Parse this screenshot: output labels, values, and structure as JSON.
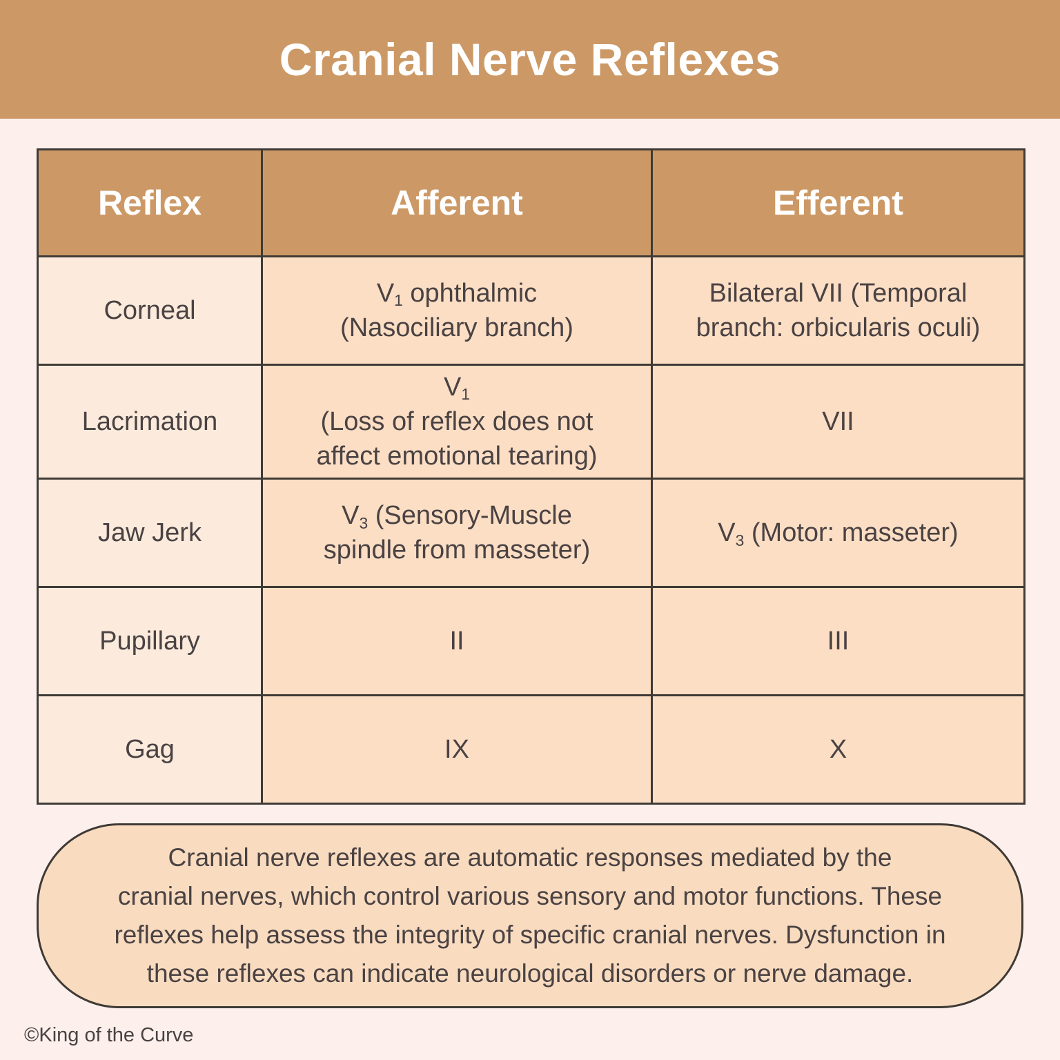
{
  "page": {
    "title": "Cranial Nerve Reflexes",
    "footer": "©King of the Curve"
  },
  "colors": {
    "header_bg": "#cc9966",
    "page_bg": "#fdf0ec",
    "reflex_col_bg": "#fcebdc",
    "cell_bg": "#fbdec4",
    "note_bg": "#f9dcc0",
    "border": "#3f3a36",
    "text": "#4a4243",
    "header_text": "#ffffff"
  },
  "table": {
    "headers": [
      "Reflex",
      "Afferent",
      "Efferent"
    ],
    "rows": [
      {
        "reflex": "Corneal",
        "afferent": "V_{1} ophthalmic\n(Nasociliary branch)",
        "efferent": "Bilateral VII (Temporal\nbranch: orbicularis oculi)"
      },
      {
        "reflex": "Lacrimation",
        "afferent": "V_{1}\n(Loss of reflex does not\naffect emotional tearing)",
        "efferent": "VII"
      },
      {
        "reflex": "Jaw Jerk",
        "afferent": "V_{3} (Sensory-Muscle\nspindle from masseter)",
        "efferent": "V_{3} (Motor: masseter)"
      },
      {
        "reflex": "Pupillary",
        "afferent": "II",
        "efferent": "III"
      },
      {
        "reflex": "Gag",
        "afferent": "IX",
        "efferent": "X"
      }
    ]
  },
  "note": "Cranial nerve reflexes are automatic responses mediated by the\ncranial nerves, which control various sensory and motor functions. These\nreflexes help assess the integrity of specific cranial nerves. Dysfunction in\nthese reflexes can indicate neurological disorders or nerve damage."
}
